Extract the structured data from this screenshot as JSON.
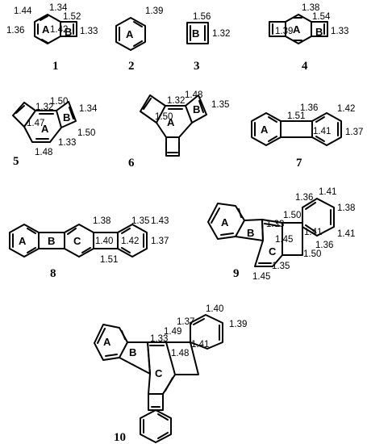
{
  "compounds": [
    {
      "id": "1",
      "rings": [
        "A",
        "B"
      ],
      "bond_lengths": [
        "1.44",
        "1.34",
        "1.52",
        "1.36",
        "1.42",
        "1.33"
      ]
    },
    {
      "id": "2",
      "rings": [
        "A"
      ],
      "bond_lengths": [
        "1.39"
      ]
    },
    {
      "id": "3",
      "rings": [
        "B"
      ],
      "bond_lengths": [
        "1.56",
        "1.32"
      ]
    },
    {
      "id": "4",
      "rings": [
        "A",
        "B"
      ],
      "bond_lengths": [
        "1.38",
        "1.54",
        "1.39",
        "1.33"
      ]
    },
    {
      "id": "5",
      "rings": [
        "A",
        "B"
      ],
      "bond_lengths": [
        "1.50",
        "1.32",
        "1.34",
        "1.47",
        "1.50",
        "1.33",
        "1.48"
      ]
    },
    {
      "id": "6",
      "rings": [
        "A",
        "B"
      ],
      "bond_lengths": [
        "1.48",
        "1.32",
        "1.35",
        "1.50"
      ]
    },
    {
      "id": "7",
      "rings": [
        "A"
      ],
      "bond_lengths": [
        "1.36",
        "1.42",
        "1.51",
        "1.41",
        "1.37"
      ]
    },
    {
      "id": "8",
      "rings": [
        "A",
        "B",
        "C"
      ],
      "bond_lengths": [
        "1.38",
        "1.35",
        "1.43",
        "1.40",
        "1.42",
        "1.37",
        "1.51"
      ]
    },
    {
      "id": "9",
      "rings": [
        "A",
        "B",
        "C"
      ],
      "bond_lengths": [
        "1.41",
        "1.36",
        "1.38",
        "1.50",
        "1.33",
        "1.41",
        "1.45",
        "1.41",
        "1.36",
        "1.50",
        "1.35",
        "1.45"
      ]
    },
    {
      "id": "10",
      "rings": [
        "A",
        "B",
        "C"
      ],
      "bond_lengths": [
        "1.40",
        "1.37",
        "1.39",
        "1.49",
        "1.33",
        "1.41",
        "1.48"
      ]
    }
  ]
}
